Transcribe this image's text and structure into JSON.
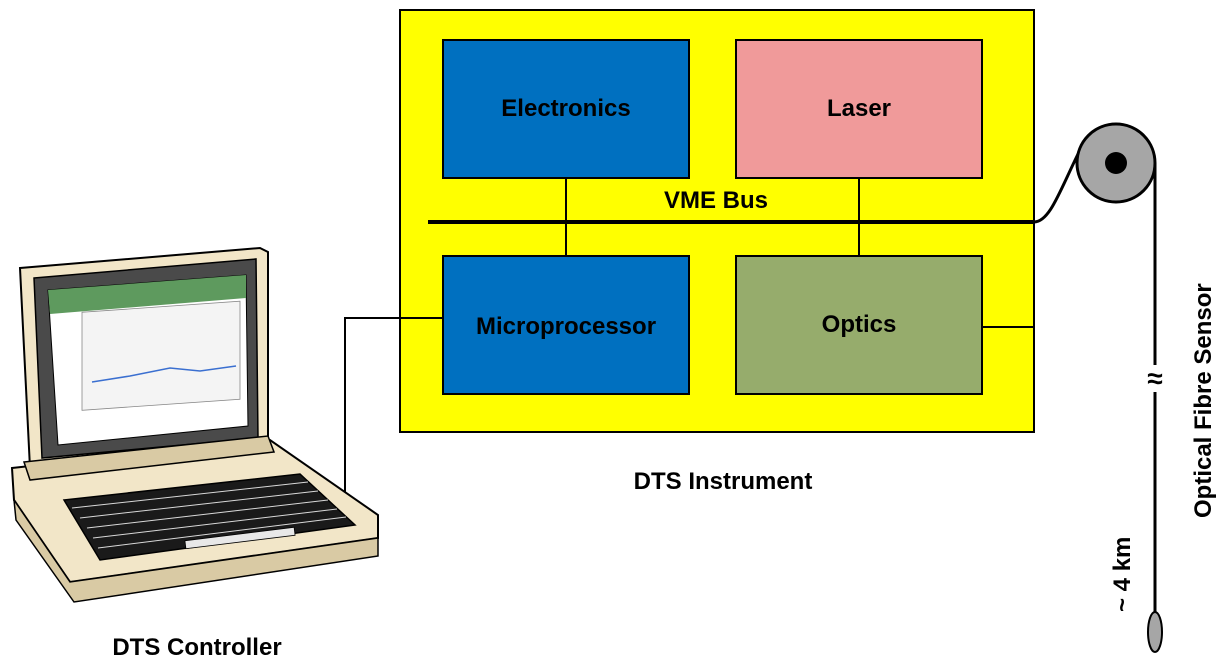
{
  "instrument": {
    "caption": "DTS Instrument",
    "bus_label": "VME Bus",
    "modules": {
      "electronics": "Electronics",
      "laser": "Laser",
      "microprocessor": "Microprocessor",
      "optics": "Optics"
    }
  },
  "controller": {
    "caption": "DTS Controller"
  },
  "sensor": {
    "caption": "Optical Fibre Sensor",
    "length_label": "~ 4 km",
    "break_symbol": "≈"
  },
  "colors": {
    "instrument_bg": "#ffff00",
    "electronics": "#0070c0",
    "laser": "#f09a9a",
    "microprocessor": "#0070c0",
    "optics": "#96ac6c",
    "laptop_body": "#f2e6c8"
  }
}
